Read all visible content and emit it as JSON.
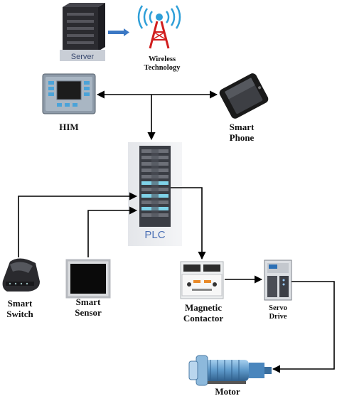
{
  "labels": {
    "server": "Server",
    "wireless_line1": "Wireless",
    "wireless_line2": "Technology",
    "him": "HIM",
    "smart_phone_line1": "Smart",
    "smart_phone_line2": "Phone",
    "plc": "PLC",
    "smart_switch_line1": "Smart",
    "smart_switch_line2": "Switch",
    "smart_sensor_line1": "Smart",
    "smart_sensor_line2": "Sensor",
    "magnetic_contactor_line1": "Magnetic",
    "magnetic_contactor_line2": "Contactor",
    "servo_drive_line1": "Servo",
    "servo_drive_line2": "Drive",
    "motor": "Motor"
  },
  "colors": {
    "line": "#000000",
    "server_body": "#2b2b30",
    "server_base": "#c9ced6",
    "tower": "#d11e1e",
    "waves": "#2f9fd8",
    "server_arrow": "#3b78c4",
    "plc_body": "#3a3d44",
    "plc_accent": "#7fd2e8",
    "plc_label": "#4a6fb5",
    "motor_body": "#6fa8d6"
  },
  "icons": [
    "server-icon",
    "wireless-tower-icon",
    "him-panel-icon",
    "smartphone-icon",
    "plc-rack-icon",
    "smart-switch-icon",
    "smart-sensor-icon",
    "magnetic-contactor-icon",
    "servo-drive-icon",
    "motor-icon"
  ]
}
